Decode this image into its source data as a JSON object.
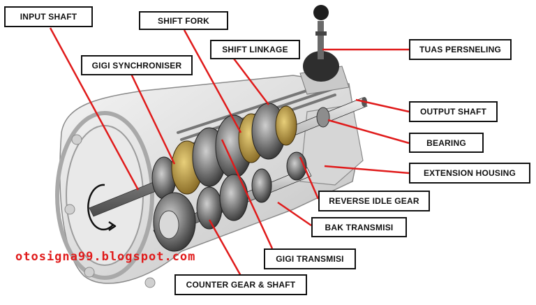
{
  "labels": {
    "input_shaft": "INPUT SHAFT",
    "shift_fork": "SHIFT FORK",
    "shift_linkage": "SHIFT LINKAGE",
    "gigi_synchroniser": "GIGI SYNCHRONISER",
    "tuas_persneling": "TUAS PERSNELING",
    "output_shaft": "OUTPUT SHAFT",
    "bearing": "BEARING",
    "extension_housing": "EXTENSION HOUSING",
    "reverse_idle_gear": "REVERSE IDLE GEAR",
    "bak_transmisi": "BAK TRANSMISI",
    "gigi_transmisi": "GIGI TRANSMISI",
    "counter_gear_shaft": "COUNTER GEAR & SHAFT"
  },
  "watermark": "otosigna99.blogspot.com",
  "colors": {
    "leader": "#e01b1b",
    "label_border": "#111111",
    "gear_bronze": "#a8862f"
  }
}
